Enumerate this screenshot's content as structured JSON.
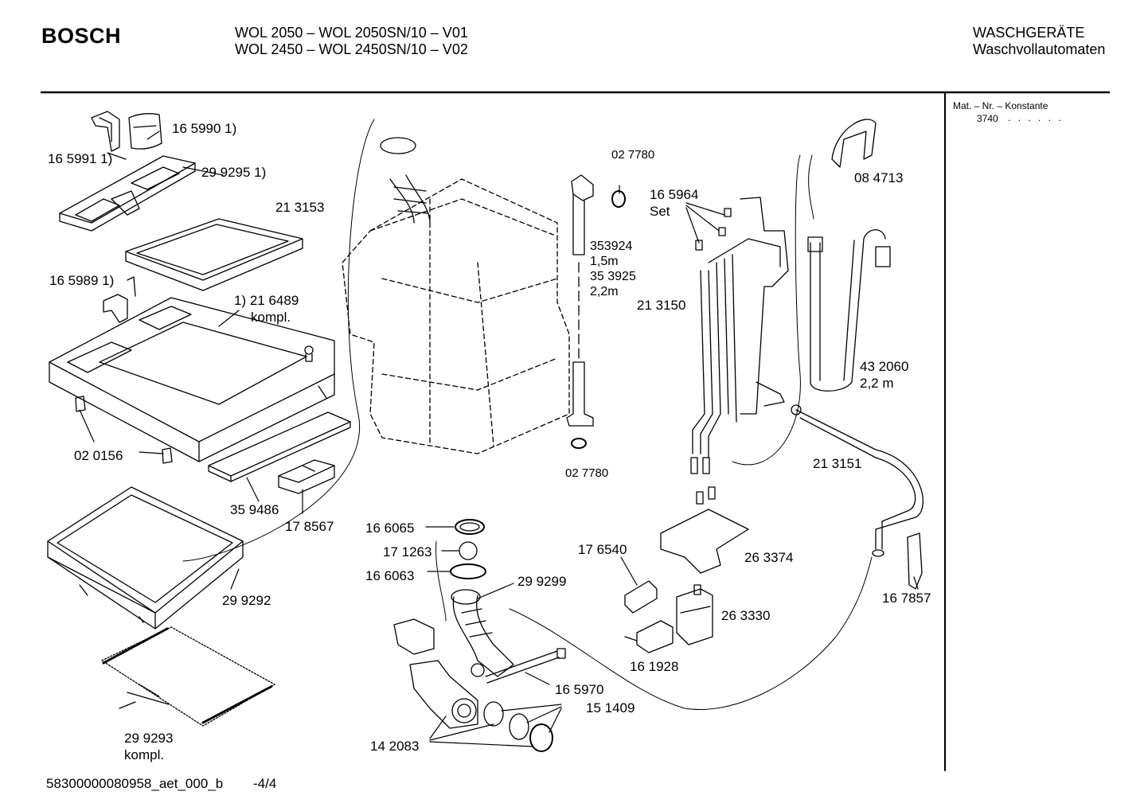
{
  "header": {
    "brand": "BOSCH",
    "model_line_1": "WOL 2050 – WOL 2050SN/10 – V01",
    "model_line_2": "WOL 2450 – WOL 2450SN/10 – V02",
    "category_line_1": "WASCHGERÄTE",
    "category_line_2": "Waschvollautomaten"
  },
  "sidebar": {
    "title": "Mat. – Nr. – Konstante",
    "value": "3740",
    "dots": ". . . . . ."
  },
  "parts": {
    "p165990": "16 5990 1)",
    "p165991": "16 5991 1)",
    "p299295": "29 9295 1)",
    "p213153": "21 3153",
    "p165989": "16 5989 1)",
    "p216489": "1) 21 6489",
    "p216489b": "kompl.",
    "p020156": "02 0156",
    "p359486": "35 9486",
    "p178567": "17 8567",
    "p299292": "29 9292",
    "p299293": "29 9293",
    "p299293b": "kompl.",
    "p027780a": "02 7780",
    "p353924": "353924",
    "p15m": "1,5m",
    "p353925": "35 3925",
    "p22m": "2,2m",
    "p027780b": "02 7780",
    "p165964": "16 5964",
    "pset": "Set",
    "p213150": "21 3150",
    "p084713": "08 4713",
    "p432060": "43 2060",
    "p22m_b": "2,2 m",
    "p213151": "21 3151",
    "p166065": "16 6065",
    "p171263": "17 1263",
    "p166063": "16 6063",
    "p299299": "29 9299",
    "p176540": "17 6540",
    "p263374": "26 3374",
    "p263330": "26 3330",
    "p161928": "16 1928",
    "p167857": "16 7857",
    "p165970": "16 5970",
    "p151409": "15 1409",
    "p142083": "14 2083"
  },
  "footer": {
    "doc_id": "58300000080958_aet_000_b",
    "page": "-4/4"
  }
}
